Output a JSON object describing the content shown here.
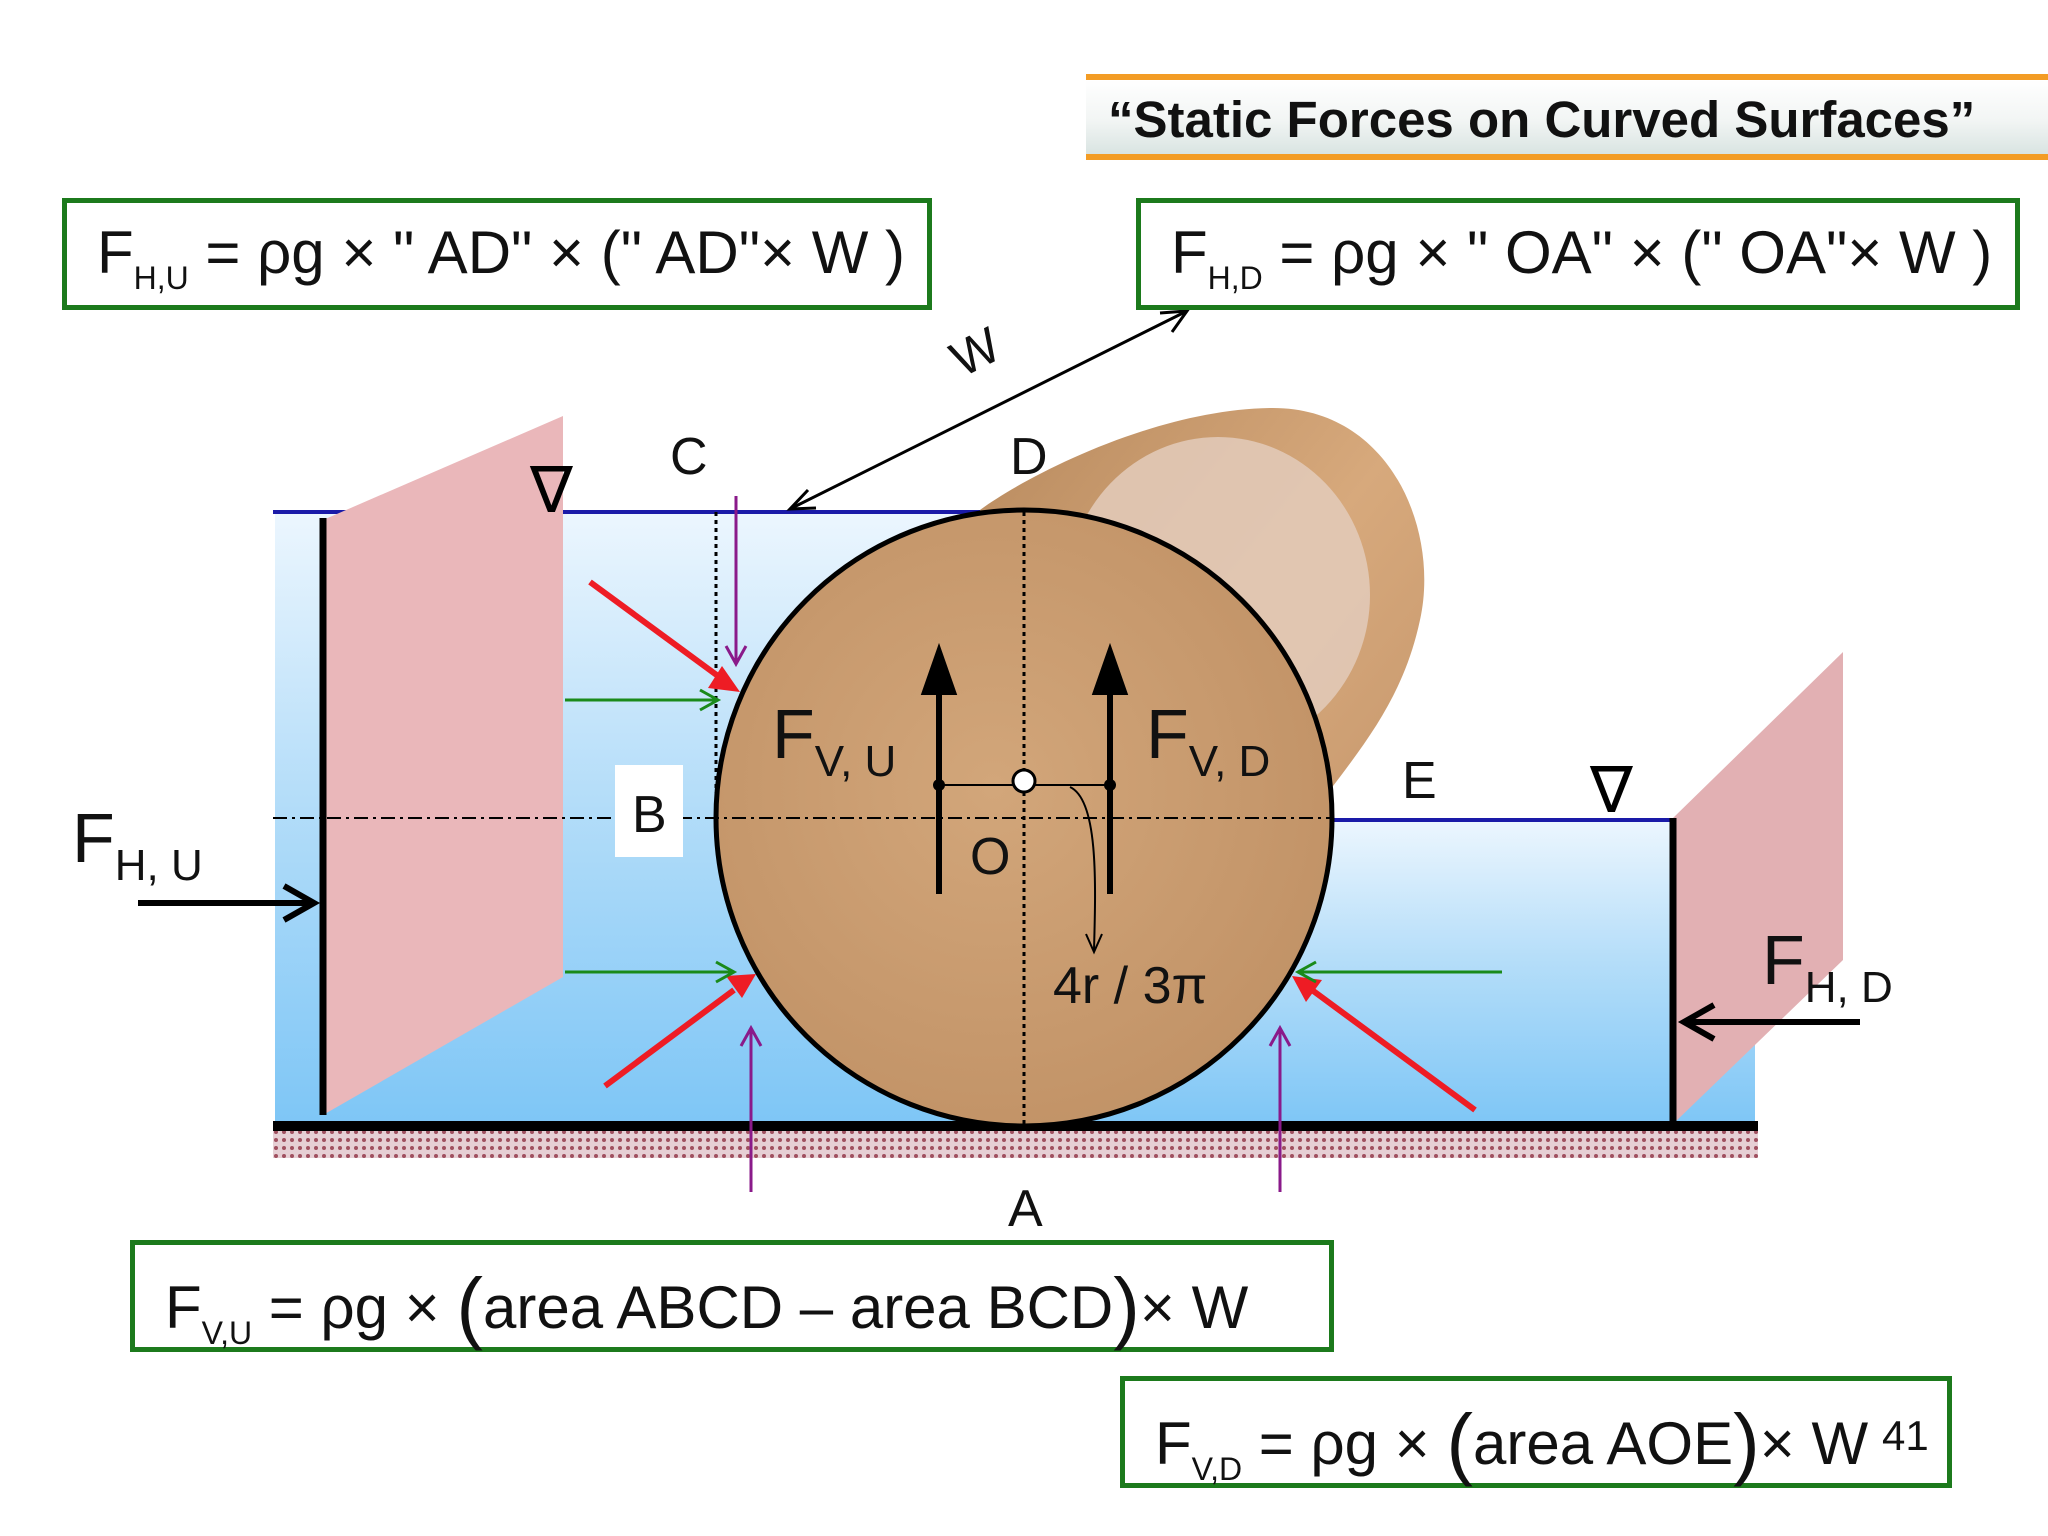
{
  "title": "“Static Forces on Curved Surfaces”",
  "equations": {
    "fhu": {
      "pre": "F",
      "sub": "H,U",
      "rest": " = ρg × \" AD\" × (\" AD\"× W )"
    },
    "fhd": {
      "pre": "F",
      "sub": "H,D",
      "rest": " = ρg × \" OA\" × (\" OA\"× W )"
    },
    "fvu": {
      "pre": "F",
      "sub": "V,U",
      "mid": " = ρg × ",
      "open": "(",
      "body": "area  ABCD – area  BCD",
      "close": ")",
      "tail": "× W"
    },
    "fvd": {
      "pre": "F",
      "sub": "V,D",
      "mid": " = ρg × ",
      "open": "(",
      "body": "area  AOE",
      "close": ")",
      "tail": "× W"
    }
  },
  "labels": {
    "A": "A",
    "B": "B",
    "C": "C",
    "D": "D",
    "E": "E",
    "O": "O",
    "W": "W",
    "free_surface_symbol": "∇",
    "centroid": "4r / 3π",
    "fvu": {
      "main": "F",
      "sub": "V, U"
    },
    "fvd": {
      "main": "F",
      "sub": "V, D"
    },
    "fhu": {
      "main": "F",
      "sub": "H, U"
    },
    "fhd": {
      "main": "F",
      "sub": "H, D"
    }
  },
  "page_number": "41",
  "colors": {
    "water_top": "#e9f4fd",
    "water_bottom": "#82c8f7",
    "gate": "#eab7ba",
    "cylinder": "#c6976b",
    "free_surface": "#1a1aa8",
    "pressure_arrow": "#ee1c24",
    "horizontal_arrow": "#1a8a1a",
    "vertical_arrow": "#8a1a8a",
    "box_border": "#1c7a1c",
    "title_rule": "#f39c25"
  }
}
